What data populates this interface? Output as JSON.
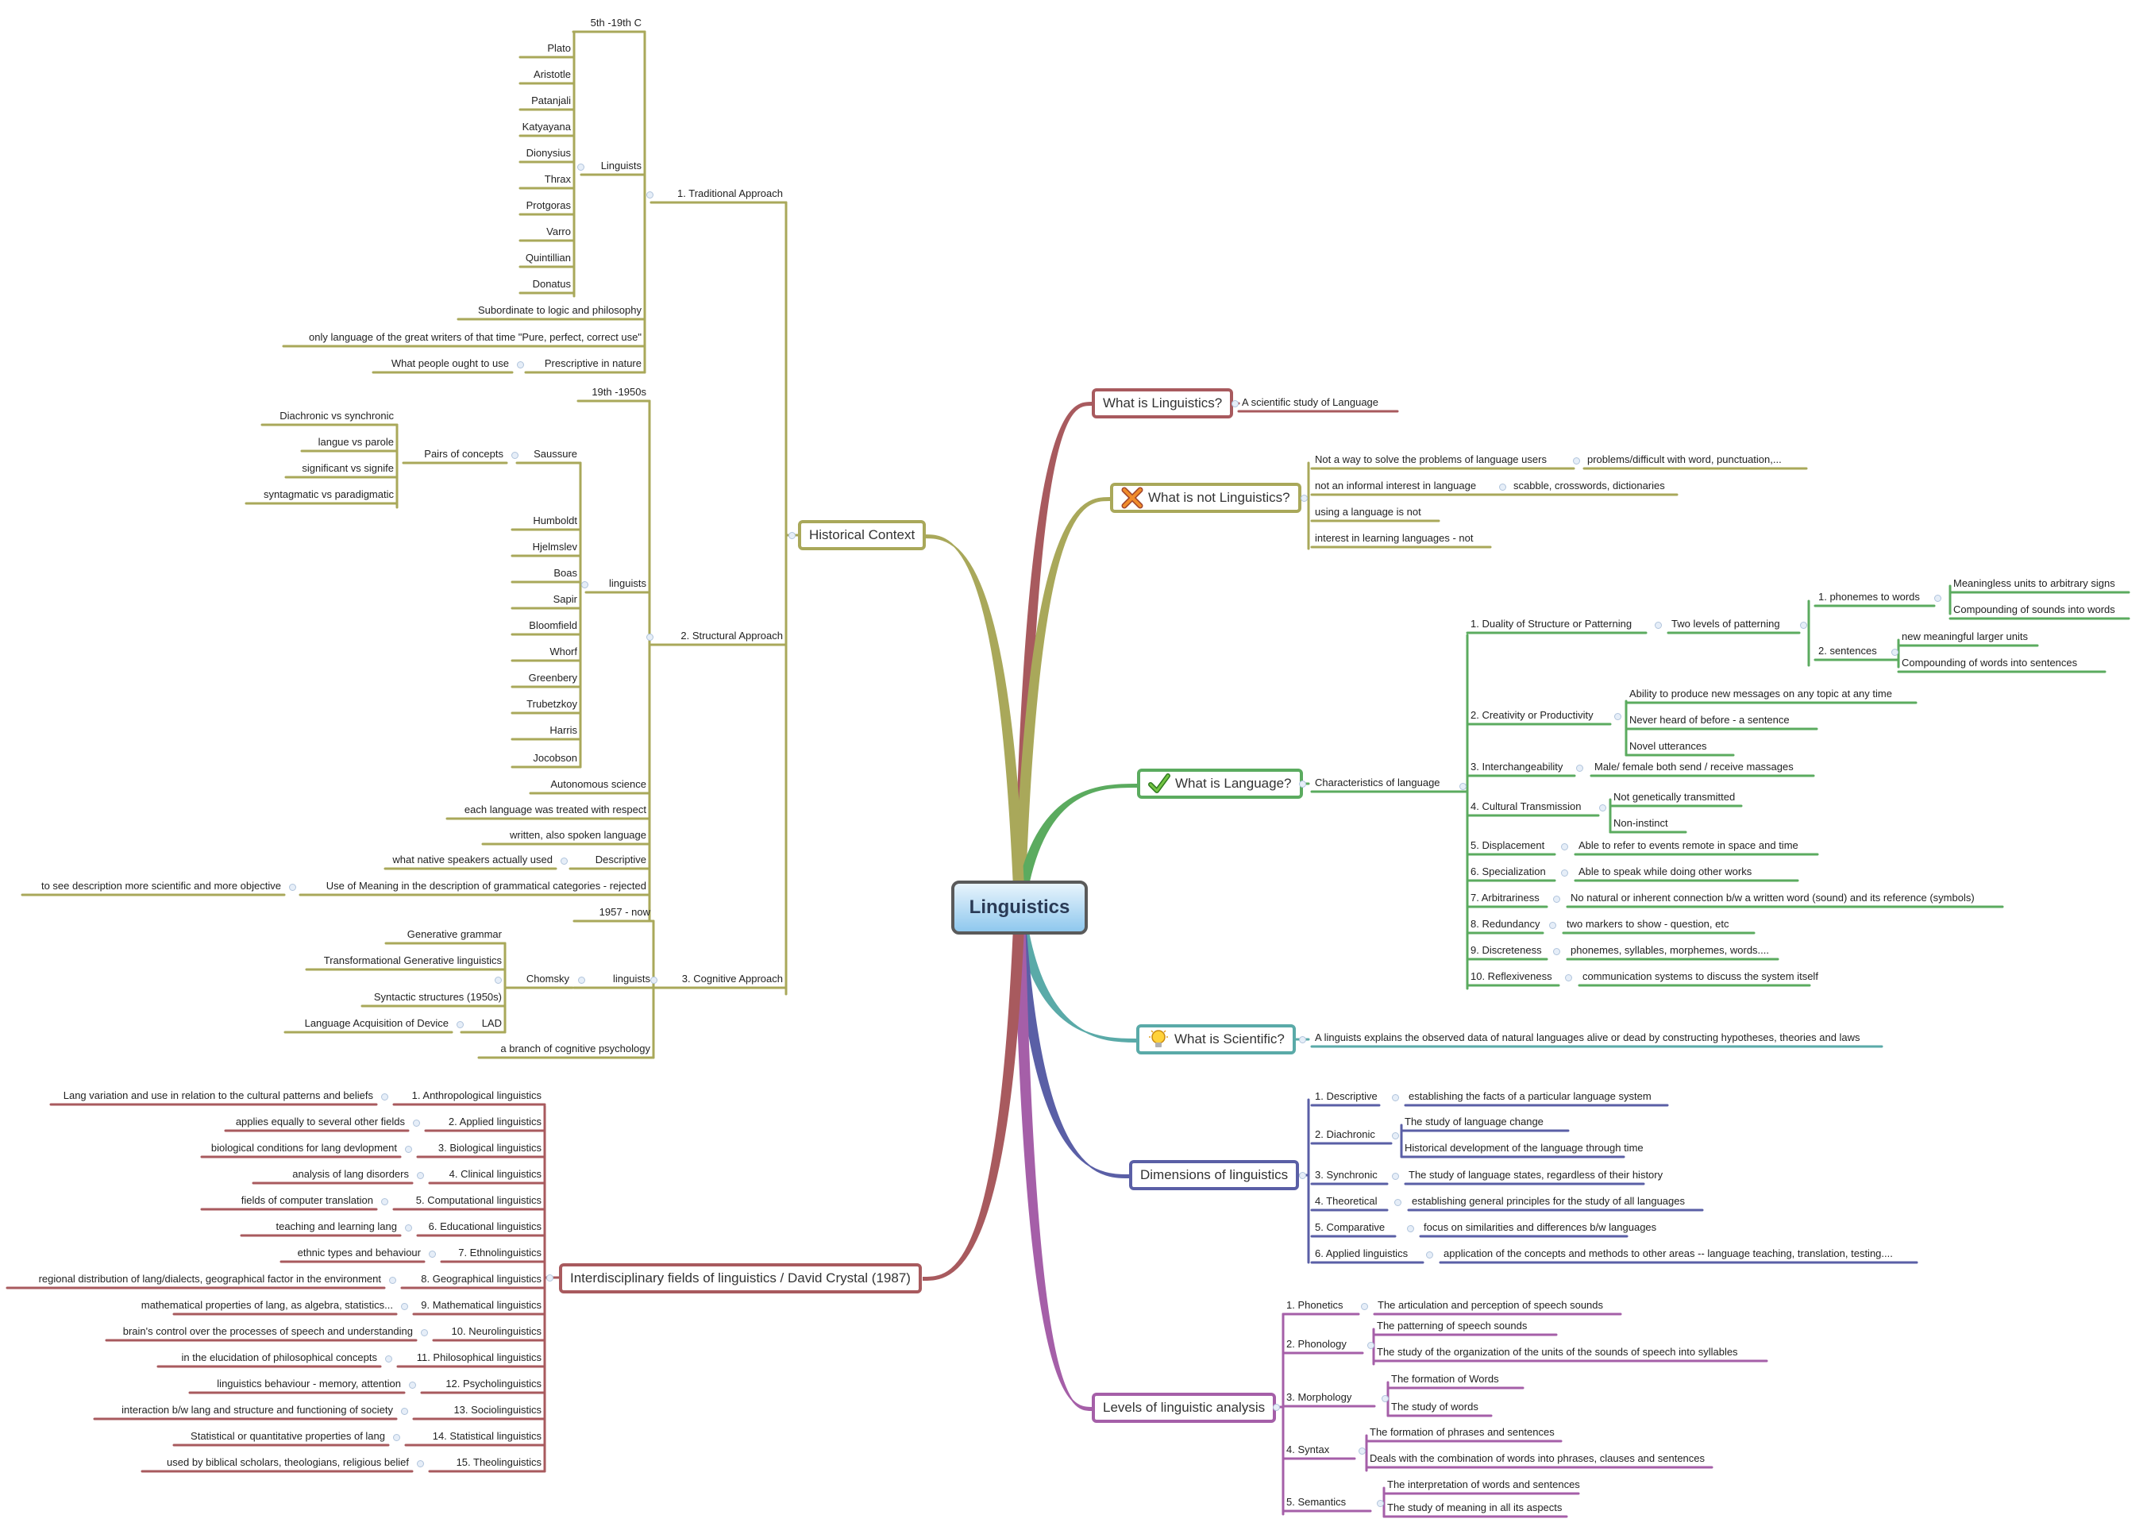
{
  "central": "Linguistics",
  "colors": {
    "olive": "#a9a85a",
    "red": "#a85a5e",
    "green": "#5bab5f",
    "teal": "#5aaaa8",
    "blue": "#5a5fa6",
    "purple": "#a55fa8"
  },
  "main": {
    "what_is": "What is Linguistics?",
    "what_is_not": "What is not Linguistics?",
    "what_is_language": "What is Language?",
    "what_is_scientific": "What is Scientific?",
    "dimensions": "Dimensions of linguistics",
    "levels": "Levels of linguistic analysis",
    "interdisciplinary": "Interdisciplinary fields of linguistics / David Crystal (1987)",
    "historical": "Historical Context"
  },
  "icons": {
    "what_is_not": "cross-icon",
    "what_is_language": "checkmark-icon",
    "what_is_scientific": "lightbulb-icon"
  },
  "what_is": {
    "a": "A scientific study of Language"
  },
  "what_is_not": {
    "n1": "Not a way to solve the problems of  language users",
    "n1c": "problems/difficult with word, punctuation,...",
    "n2": "not an informal interest in language",
    "n2c": "scabble, crosswords, dictionaries",
    "n3": "using a language is not",
    "n4": "interest in learning languages - not"
  },
  "language": {
    "characteristics": "Characteristics of language",
    "c1": "1. Duality of Structure or Patterning",
    "c1a": "Two levels of patterning",
    "c1a1": "1. phonemes to words",
    "c1a1a": "Meaningless units to arbitrary signs",
    "c1a1b": "Compounding of sounds into words",
    "c1a2": "2. sentences",
    "c1a2a": "new meaningful larger units",
    "c1a2b": "Compounding of words into sentences",
    "c2": "2. Creativity or Productivity",
    "c2a": "Ability to produce new messages on any topic at any time",
    "c2b": "Never heard of before - a sentence",
    "c2c": "Novel utterances",
    "c3": "3. Interchangeability",
    "c3a": "Male/ female both send / receive massages",
    "c4": "4. Cultural Transmission",
    "c4a": "Not genetically transmitted",
    "c4b": "Non-instinct",
    "c5": "5. Displacement",
    "c5a": "Able to refer to events remote in space and time",
    "c6": "6. Specialization",
    "c6a": "Able to speak while doing other works",
    "c7": "7. Arbitrariness",
    "c7a": "No natural or inherent connection b/w a written word (sound) and its reference (symbols)",
    "c8": "8. Redundancy",
    "c8a": "two markers to show - question, etc",
    "c9": "9. Discreteness",
    "c9a": "phonemes, syllables, morphemes, words....",
    "c10": "10. Reflexiveness",
    "c10a": "communication systems to discuss the system itself"
  },
  "scientific": {
    "a": "A linguists explains the observed data of natural languages alive or dead by constructing hypotheses, theories and laws"
  },
  "dimensions": {
    "d1": "1. Descriptive",
    "d1a": "establishing the facts of a particular language system",
    "d2": "2. Diachronic",
    "d2a": "The study of language change",
    "d2b": "Historical development of the language through time",
    "d3": "3. Synchronic",
    "d3a": "The study of language states, regardless of their history",
    "d4": "4. Theoretical",
    "d4a": "establishing general principles for the study of all languages",
    "d5": "5. Comparative",
    "d5a": "focus on similarities and differences b/w languages",
    "d6": "6. Applied linguistics",
    "d6a": "application of the concepts and methods to other areas -- language teaching, translation, testing...."
  },
  "levels": {
    "l1": "1. Phonetics",
    "l1a": "The articulation and perception of speech sounds",
    "l2": "2. Phonology",
    "l2a": "The patterning of speech sounds",
    "l2b": "The study of the organization of the units of the sounds of speech into syllables",
    "l3": "3. Morphology",
    "l3a": "The formation of Words",
    "l3b": "The study of words",
    "l4": "4. Syntax",
    "l4a": "The formation of phrases and sentences",
    "l4b": "Deals with the combination of words into phrases, clauses and sentences",
    "l5": "5. Semantics",
    "l5a": "The interpretation of words and sentences",
    "l5b": "The study of meaning in all its aspects"
  },
  "inter": {
    "f1": "1. Anthropological linguistics",
    "f1a": "Lang variation and use in relation to the cultural patterns and beliefs",
    "f2": "2. Applied linguistics",
    "f2a": "applies equally to several other fields",
    "f3": "3. Biological linguistics",
    "f3a": "biological conditions for lang devlopment",
    "f4": "4. Clinical linguistics",
    "f4a": "analysis of lang disorders",
    "f5": "5. Computational linguistics",
    "f5a": "fields of computer translation",
    "f6": "6. Educational linguistics",
    "f6a": "teaching and learning lang",
    "f7": "7. Ethnolinguistics",
    "f7a": "ethnic types and behaviour",
    "f8": "8. Geographical linguistics",
    "f8a": "regional distribution of lang/dialects, geographical factor in the environment",
    "f9": "9. Mathematical linguistics",
    "f9a": "mathematical properties of lang, as algebra, statistics...",
    "f10": "10. Neurolinguistics",
    "f10a": "brain's control over the processes of speech and understanding",
    "f11": "11. Philosophical linguistics",
    "f11a": "in the elucidation of philosophical concepts",
    "f12": "12. Psycholinguistics",
    "f12a": "linguistics behaviour - memory, attention",
    "f13": "13. Sociolinguistics",
    "f13a": "interaction b/w lang and structure and functioning of society",
    "f14": "14. Statistical linguistics",
    "f14a": "Statistical or quantitative properties of lang",
    "f15": "15. Theolinguistics",
    "f15a": "used by biblical scholars, theologians, religious belief"
  },
  "historical": {
    "t": "1. Traditional Approach",
    "t_time": "5th -19th C",
    "t_linguists": "Linguists",
    "t_names": [
      "Plato",
      "Aristotle",
      "Patanjali",
      "Katyayana",
      "Dionysius",
      "Thrax",
      "Protgoras",
      "Varro",
      "Quintillian",
      "Donatus"
    ],
    "t_sub": "Subordinate to logic and philosophy",
    "t_only": "only language of the great writers of that time \"Pure, perfect, correct use\"",
    "t_pres": "Prescriptive in nature",
    "t_pres_a": "What people ought to use",
    "s": "2. Structural Approach",
    "s_time": "19th -1950s",
    "s_saussure": "Saussure",
    "s_pairs": "Pairs of concepts",
    "s_pairs_items": [
      "Diachronic vs synchronic",
      "langue vs parole",
      "significant vs signife",
      "syntagmatic vs paradigmatic"
    ],
    "s_linguists": "linguists",
    "s_names": [
      "Humboldt",
      "Hjelmslev",
      "Boas",
      "Sapir",
      "Bloomfield",
      "Whorf",
      "Greenbery",
      "Trubetzkoy",
      "Harris",
      "Jocobson"
    ],
    "s_auto": "Autonomous science",
    "s_each": "each language was treated with respect",
    "s_written": "written, also spoken language",
    "s_desc": "Descriptive",
    "s_desc_a": "what native speakers actually used",
    "s_meaning": "Use of Meaning in the description of grammatical categories - rejected",
    "s_meaning_a": "to see description more scientific and more objective",
    "c": "3. Cognitive Approach",
    "c_time": "1957 - now",
    "c_linguists": "linguists",
    "c_chomsky": "Chomsky",
    "c_gen": "Generative grammar",
    "c_tgl": "Transformational Generative linguistics",
    "c_syn": "Syntactic structures (1950s)",
    "c_lad": "LAD",
    "c_lad_a": "Language Acquisition of Device",
    "c_branch": "a branch of cognitive psychology"
  }
}
